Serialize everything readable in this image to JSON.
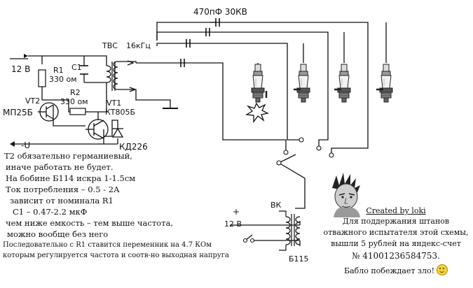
{
  "diagram": {
    "capacitor_top": "470пФ 30КВ",
    "transformer": "ТВС",
    "frequency": "16кГц",
    "supply_positive": "12 В",
    "c1": "C1",
    "r1": "R1",
    "r1_value": "330 ом",
    "r2": "R2",
    "r2_value": "330 ом",
    "vt2": "VT2",
    "vt2_type": "МП25Б",
    "vt1": "VT1",
    "vt1_type": "КТ805Б",
    "diode_type": "КД226",
    "supply_negative": "-U",
    "switch_label": "ВК",
    "bottom_plus": "+",
    "bottom_supply": "12 В",
    "ignition_coil": "Б115"
  },
  "notes": {
    "line1": "Т2 обязательно германиевый,",
    "line2": "иначе работать не будет.",
    "line3": "На бобине Б114 искра 1-1.5см",
    "line4": "Ток потребления – 0.5 - 2А",
    "line5": "зависит от номинала R1",
    "line6": "С1 –  0.47-2.2 мкФ",
    "line7": "чем ниже емкость – тем выше частота,",
    "line8": "можно вообще без него",
    "line9": "Последовательно с R1 ставится переменник на 4.7 КОм",
    "line10": "которым регулируется частота и соотв-но выходная напруга"
  },
  "author": {
    "created_by": "Created  by  loki",
    "line1": "Для поддержания  штанов",
    "line2": "отважного испытателя этой схемы,",
    "line3": "вышли 5 рублей на яндекс-счет",
    "account": "№ 41001236584753.",
    "closing": "Бабло побеждает зло!"
  },
  "icons": {
    "spark_plug": "spark-plug-icon",
    "spark": "spark-flash-icon",
    "portrait": "author-portrait",
    "smiley": "smiley-icon"
  }
}
